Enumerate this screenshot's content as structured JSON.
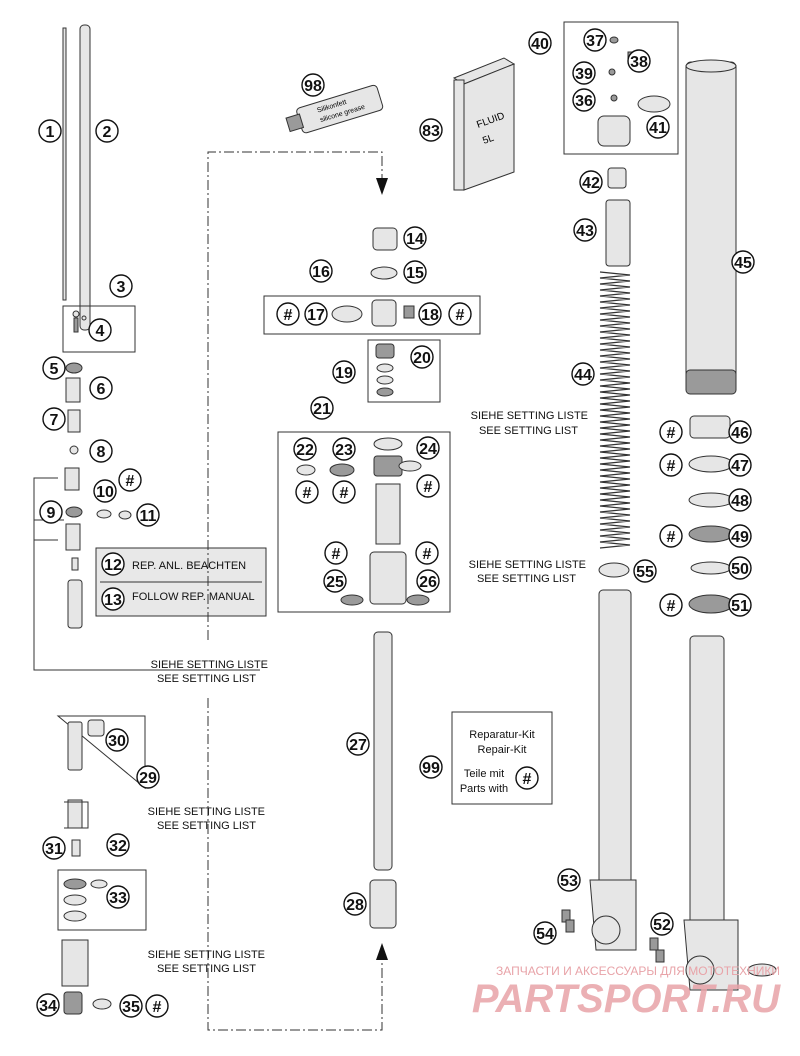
{
  "notes": {
    "rep_anl": "REP. ANL. BEACHTEN",
    "follow_rep": "FOLLOW REP. MANUAL",
    "siehe": "SIEHE SETTING LISTE",
    "see": "SEE SETTING LIST"
  },
  "hash": "#",
  "fluid_can": {
    "line1": "FLUID",
    "line2": "5L"
  },
  "grease_tube": {
    "line1": "Silikonfett",
    "line2": "silicone grease"
  },
  "repair_kit": {
    "line1": "Reparatur-Kit",
    "line2": "Repair-Kit",
    "line3": "Teile mit",
    "line4": "Parts with"
  },
  "watermark": {
    "top": "ЗАПЧАСТИ И АКСЕССУАРЫ ДЛЯ МОТОТЕХНИКИ",
    "brand": "PARTSPORT.RU"
  },
  "callouts": [
    "1",
    "2",
    "3",
    "4",
    "5",
    "6",
    "7",
    "8",
    "9",
    "10",
    "11",
    "12",
    "13",
    "14",
    "15",
    "16",
    "17",
    "18",
    "19",
    "20",
    "21",
    "22",
    "23",
    "24",
    "25",
    "26",
    "27",
    "28",
    "29",
    "30",
    "31",
    "32",
    "33",
    "34",
    "35",
    "36",
    "37",
    "38",
    "39",
    "40",
    "41",
    "42",
    "43",
    "44",
    "45",
    "46",
    "47",
    "48",
    "49",
    "50",
    "51",
    "52",
    "53",
    "54",
    "55",
    "83",
    "98",
    "99"
  ],
  "colors": {
    "watermark": "#e8a3a8",
    "line": "#333333"
  }
}
